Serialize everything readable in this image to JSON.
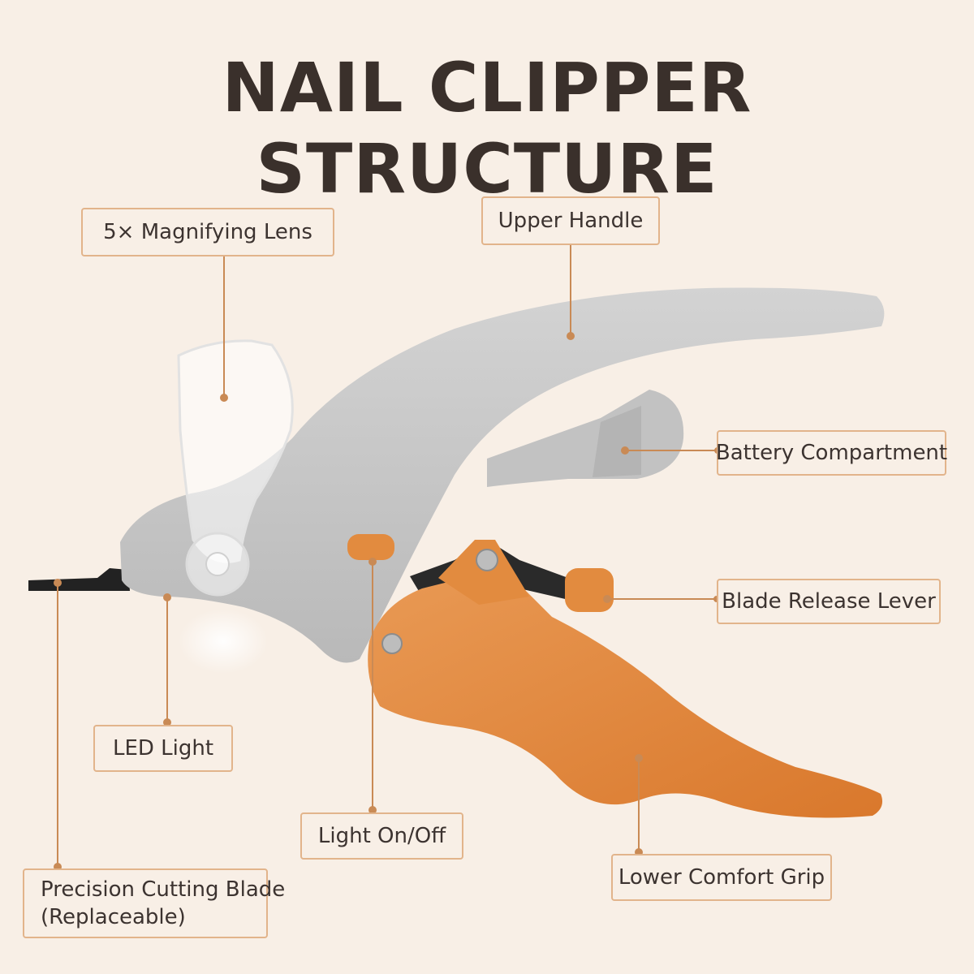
{
  "title": "NAIL CLIPPER STRUCTURE",
  "colors": {
    "background": "#f8efe6",
    "accent": "#e2b48b",
    "leader_line": "#c98a55",
    "handle_gray": "#c8c8c8",
    "grip_orange": "#e28b3f",
    "title_text": "#3a302b"
  },
  "labels": {
    "magnifying_lens": "5× Magnifying Lens",
    "upper_handle": "Upper Handle",
    "battery_compartment": "Battery Compartment",
    "blade_release_lever": "Blade Release Lever",
    "led_light": "LED Light",
    "light_on_off": "Light On/Off",
    "cutting_blade_line1": "Precision Cutting Blade",
    "cutting_blade_line2": "(Replaceable)",
    "lower_grip": "Lower Comfort Grip"
  }
}
